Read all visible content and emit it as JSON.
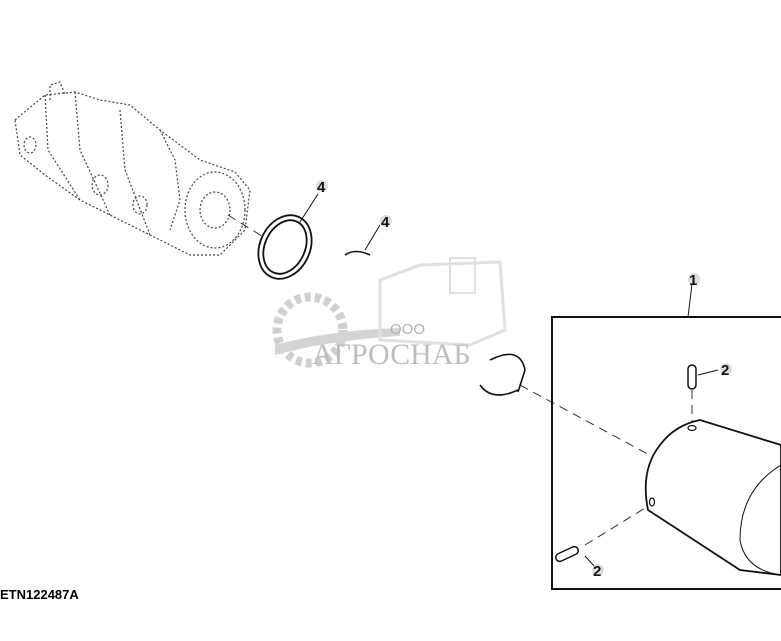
{
  "figure_ref": "ETN122487A",
  "callouts": [
    {
      "label": "1",
      "part": "housing"
    },
    {
      "label": "2",
      "part": "pin"
    },
    {
      "label": "2",
      "part": "pin"
    },
    {
      "label": "4",
      "part": "o-ring"
    },
    {
      "label": "4",
      "part": "o-ring"
    }
  ],
  "watermark": {
    "prefix": "ООО",
    "name": "АГРОСНАБ"
  }
}
